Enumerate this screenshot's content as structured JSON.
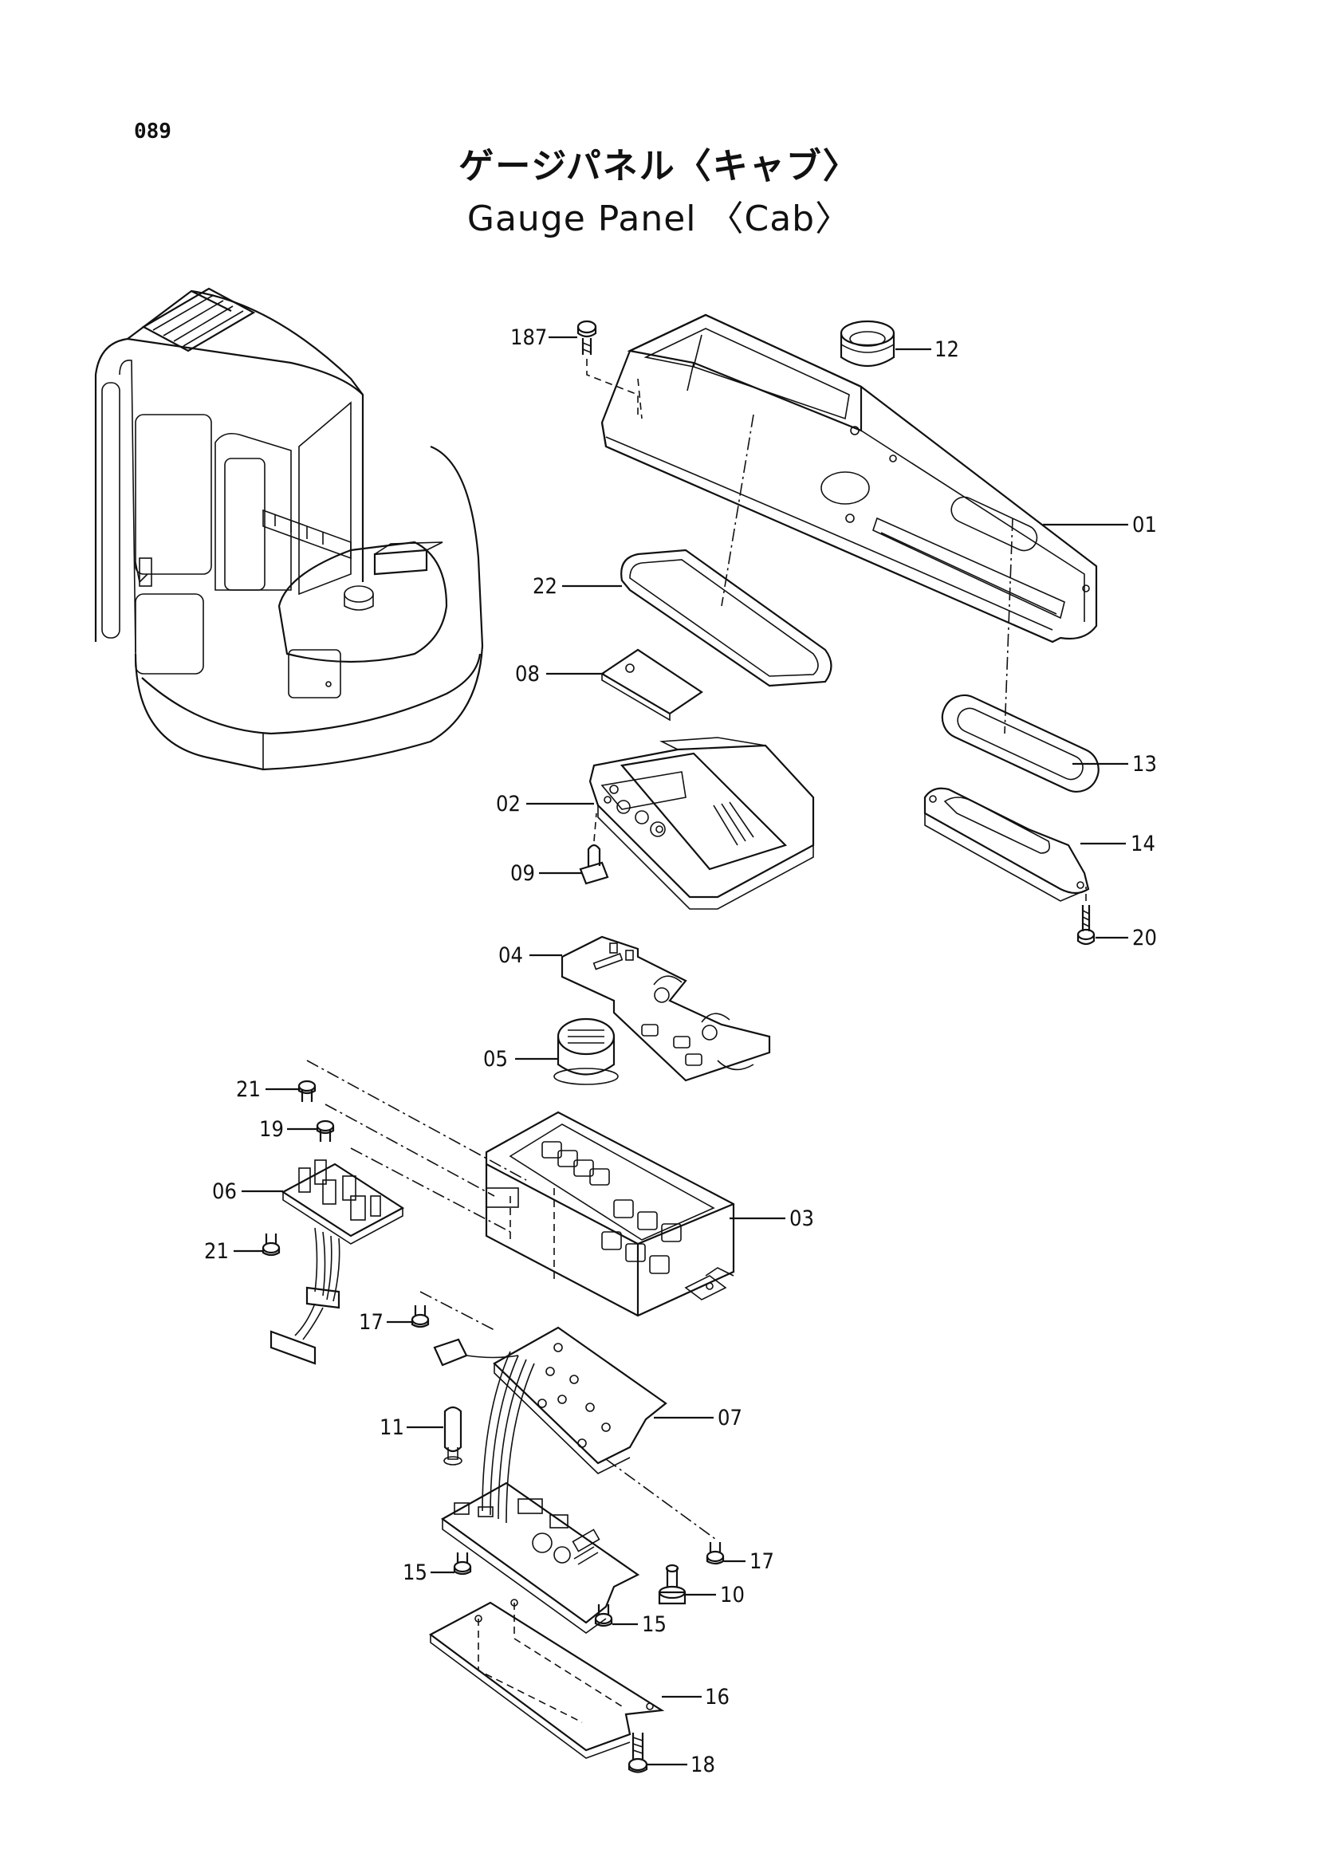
{
  "page": {
    "number": "089"
  },
  "title": {
    "japanese": "ゲージパネル〈キャブ〉",
    "english": "Gauge Panel 〈Cab〉"
  },
  "callouts": [
    {
      "id": "187",
      "label": "187"
    },
    {
      "id": "12",
      "label": "12"
    },
    {
      "id": "01",
      "label": "01"
    },
    {
      "id": "22",
      "label": "22"
    },
    {
      "id": "08",
      "label": "08"
    },
    {
      "id": "13",
      "label": "13"
    },
    {
      "id": "02",
      "label": "02"
    },
    {
      "id": "14",
      "label": "14"
    },
    {
      "id": "09",
      "label": "09"
    },
    {
      "id": "20",
      "label": "20"
    },
    {
      "id": "04",
      "label": "04"
    },
    {
      "id": "05",
      "label": "05"
    },
    {
      "id": "21a",
      "label": "21"
    },
    {
      "id": "19",
      "label": "19"
    },
    {
      "id": "06",
      "label": "06"
    },
    {
      "id": "03",
      "label": "03"
    },
    {
      "id": "21b",
      "label": "21"
    },
    {
      "id": "17a",
      "label": "17"
    },
    {
      "id": "07",
      "label": "07"
    },
    {
      "id": "11",
      "label": "11"
    },
    {
      "id": "17b",
      "label": "17"
    },
    {
      "id": "15a",
      "label": "15"
    },
    {
      "id": "10",
      "label": "10"
    },
    {
      "id": "15b",
      "label": "15"
    },
    {
      "id": "16",
      "label": "16"
    },
    {
      "id": "18",
      "label": "18"
    }
  ]
}
